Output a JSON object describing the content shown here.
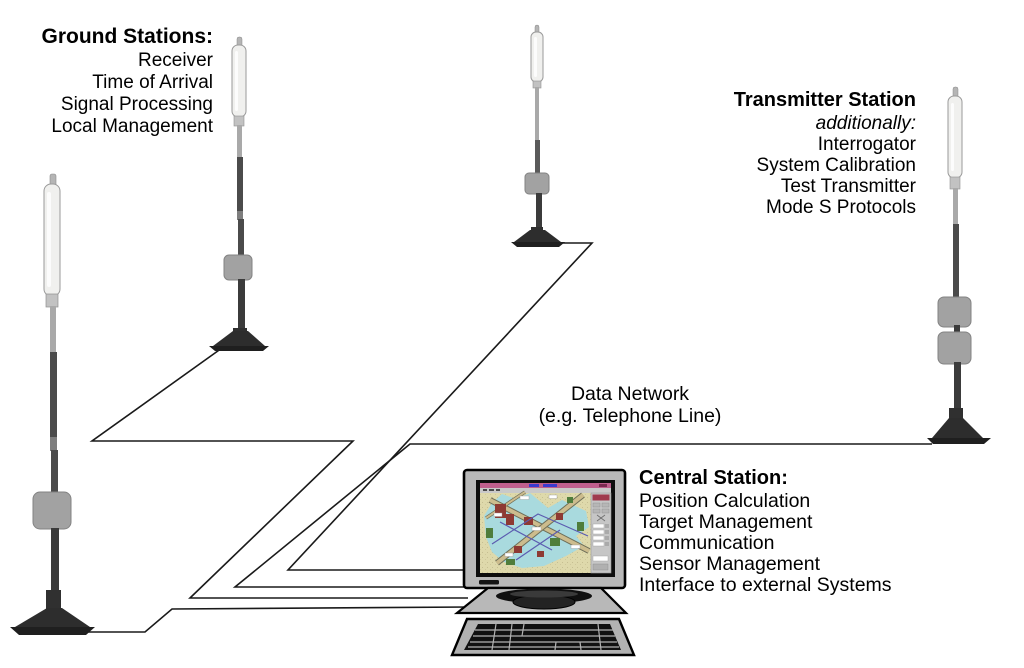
{
  "diagram": {
    "ground_stations": {
      "title": "Ground Stations:",
      "items": [
        "Receiver",
        "Time of Arrival",
        "Signal Processing",
        "Local Management"
      ]
    },
    "transmitter_station": {
      "title": "Transmitter Station",
      "subtitle": "additionally:",
      "items": [
        "Interrogator",
        "System Calibration",
        "Test Transmitter",
        "Mode S Protocols"
      ]
    },
    "data_network": {
      "line1": "Data Network",
      "line2": "(e.g. Telephone Line)"
    },
    "central_station": {
      "title": "Central Station:",
      "items": [
        "Position Calculation",
        "Target Management",
        "Communication",
        "Sensor Management",
        "Interface to external Systems"
      ]
    },
    "colors": {
      "line": "#1a1a1a",
      "monitor_case": "#b8b8b8",
      "screen_titlebar": "#bf5f8d",
      "map_land": "#ded9ab",
      "map_apron": "#a9dade",
      "map_buildings": "#8e3a33",
      "map_vegetation": "#4f7d3c",
      "map_runway": "#ccbc8d",
      "taxiline_blue": "#5b5bb0"
    }
  }
}
